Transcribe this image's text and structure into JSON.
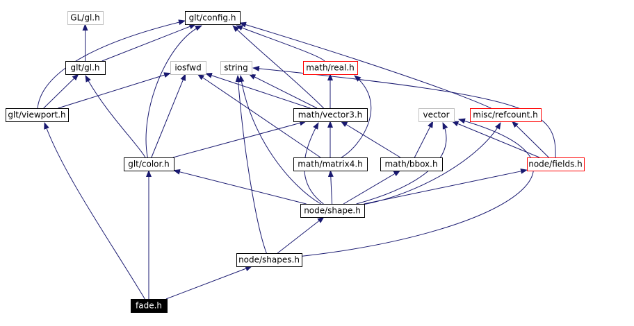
{
  "colors": {
    "edge": "#191970",
    "box_documented": "#000000",
    "box_external": "#bfbfbf",
    "box_redundant": "#ff0000",
    "box_focus_fill": "#000000",
    "text": "#000000",
    "text_focus": "#ffffff"
  },
  "nodes": [
    {
      "id": "gl_gl",
      "label": "GL/gl.h",
      "kind": "external"
    },
    {
      "id": "glt_config",
      "label": "glt/config.h",
      "kind": "documented"
    },
    {
      "id": "glt_gl",
      "label": "glt/gl.h",
      "kind": "documented"
    },
    {
      "id": "iosfwd",
      "label": "iosfwd",
      "kind": "external"
    },
    {
      "id": "string",
      "label": "string",
      "kind": "external"
    },
    {
      "id": "math_real",
      "label": "math/real.h",
      "kind": "redundant"
    },
    {
      "id": "glt_viewport",
      "label": "glt/viewport.h",
      "kind": "documented"
    },
    {
      "id": "math_vector3",
      "label": "math/vector3.h",
      "kind": "documented"
    },
    {
      "id": "vector",
      "label": "vector",
      "kind": "external"
    },
    {
      "id": "misc_refcount",
      "label": "misc/refcount.h",
      "kind": "redundant"
    },
    {
      "id": "glt_color",
      "label": "glt/color.h",
      "kind": "documented"
    },
    {
      "id": "math_matrix4",
      "label": "math/matrix4.h",
      "kind": "documented"
    },
    {
      "id": "math_bbox",
      "label": "math/bbox.h",
      "kind": "documented"
    },
    {
      "id": "node_fields",
      "label": "node/fields.h",
      "kind": "redundant"
    },
    {
      "id": "node_shape",
      "label": "node/shape.h",
      "kind": "documented"
    },
    {
      "id": "node_shapes",
      "label": "node/shapes.h",
      "kind": "documented"
    },
    {
      "id": "fade",
      "label": "fade.h",
      "kind": "focus"
    }
  ],
  "edges": [
    {
      "from": "glt_gl",
      "to": "gl_gl"
    },
    {
      "from": "glt_gl",
      "to": "glt_config"
    },
    {
      "from": "glt_viewport",
      "to": "glt_config"
    },
    {
      "from": "glt_viewport",
      "to": "glt_gl"
    },
    {
      "from": "glt_viewport",
      "to": "iosfwd"
    },
    {
      "from": "glt_color",
      "to": "glt_config"
    },
    {
      "from": "glt_color",
      "to": "glt_gl"
    },
    {
      "from": "glt_color",
      "to": "iosfwd"
    },
    {
      "from": "glt_color",
      "to": "math_vector3"
    },
    {
      "from": "math_real",
      "to": "glt_config"
    },
    {
      "from": "math_vector3",
      "to": "glt_config"
    },
    {
      "from": "math_vector3",
      "to": "iosfwd"
    },
    {
      "from": "math_vector3",
      "to": "string"
    },
    {
      "from": "math_vector3",
      "to": "math_real"
    },
    {
      "from": "math_matrix4",
      "to": "math_vector3"
    },
    {
      "from": "math_matrix4",
      "to": "iosfwd"
    },
    {
      "from": "math_matrix4",
      "to": "math_real"
    },
    {
      "from": "math_bbox",
      "to": "math_vector3"
    },
    {
      "from": "math_bbox",
      "to": "vector"
    },
    {
      "from": "misc_refcount",
      "to": "glt_config"
    },
    {
      "from": "node_fields",
      "to": "string"
    },
    {
      "from": "node_fields",
      "to": "vector"
    },
    {
      "from": "node_fields",
      "to": "misc_refcount"
    },
    {
      "from": "node_shape",
      "to": "glt_color"
    },
    {
      "from": "node_shape",
      "to": "math_vector3"
    },
    {
      "from": "node_shape",
      "to": "math_matrix4"
    },
    {
      "from": "node_shape",
      "to": "math_bbox"
    },
    {
      "from": "node_shape",
      "to": "string"
    },
    {
      "from": "node_shape",
      "to": "vector"
    },
    {
      "from": "node_shape",
      "to": "misc_refcount"
    },
    {
      "from": "node_shape",
      "to": "node_fields"
    },
    {
      "from": "node_shapes",
      "to": "node_shape"
    },
    {
      "from": "node_shapes",
      "to": "string"
    },
    {
      "from": "node_shapes",
      "to": "vector"
    },
    {
      "from": "fade",
      "to": "glt_viewport"
    },
    {
      "from": "fade",
      "to": "glt_color"
    },
    {
      "from": "fade",
      "to": "node_shapes"
    }
  ]
}
